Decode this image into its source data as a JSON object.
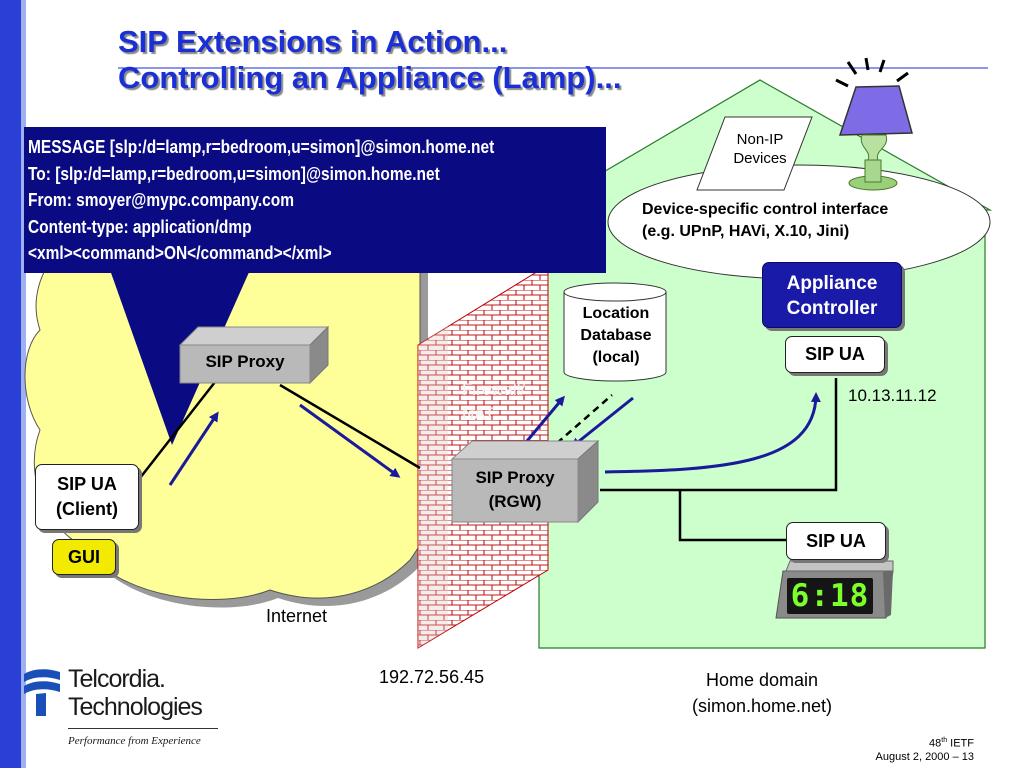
{
  "slide": {
    "title_line1": "SIP Extensions in Action...",
    "title_line2": "Controlling an Appliance (Lamp)...",
    "message_lines": [
      "MESSAGE [slp:/d=lamp,r=bedroom,u=simon]@simon.home.net",
      "To: [slp:/d=lamp,r=bedroom,u=simon]@simon.home.net",
      "From: smoyer@mypc.company.com",
      "Content-type: application/dmp",
      "<xml><command>ON</command></xml>"
    ],
    "non_ip_devices": [
      "Non-IP",
      "Devices"
    ],
    "device_interface": [
      "Device-specific control interface",
      "(e.g. UPnP, HAVi, X.10, Jini)"
    ],
    "appliance_controller": [
      "Appliance",
      "Controller"
    ],
    "sip_ua_appliance": "SIP UA",
    "appliance_ip": "10.13.11.12",
    "location_db": [
      "Location",
      "Database",
      "(local)"
    ],
    "firewall": [
      "Firewall/",
      "NAT"
    ],
    "sip_proxy_internet": "SIP Proxy",
    "sip_proxy_rgw": [
      "SIP Proxy",
      "(RGW)"
    ],
    "sip_ua_client": [
      "SIP UA",
      "(Client)"
    ],
    "gui": "GUI",
    "sip_ua_clock": "SIP UA",
    "clock_display": "6:18",
    "internet_label": "Internet",
    "rgw_ip": "192.72.56.45",
    "home_domain": [
      "Home domain",
      "(simon.home.net)"
    ]
  },
  "logo": {
    "line1": "Telcordia.",
    "line2": "Technologies",
    "tagline": "Performance from Experience"
  },
  "footer": {
    "conf_num": "48",
    "conf_sup": "th",
    "conf_name": " IETF",
    "date": "August 2, 2000 – 13"
  },
  "colors": {
    "title": "#1a2fd6",
    "message_bg": "#0a0a82",
    "cloud": "#ffff99",
    "home": "#ccffcc",
    "arrow": "#1a1a9a",
    "brick": "#c00000",
    "controller": "#1a1aa8",
    "gui": "#f2ea00"
  }
}
